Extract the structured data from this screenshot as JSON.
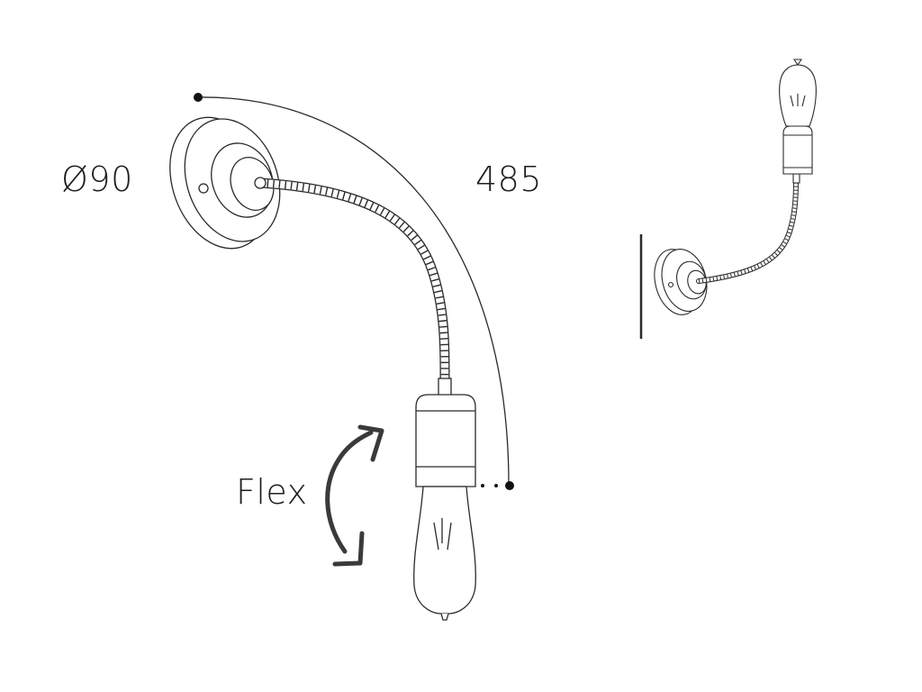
{
  "labels": {
    "diameter": "Ø90",
    "length": "485",
    "flex": "Flex"
  },
  "icons": {
    "main": "wall-lamp-flexible-arm-icon",
    "preview": "wall-lamp-mounted-preview-icon",
    "flex": "flex-curved-arrow-icon"
  },
  "colors": {
    "line": "#2a2a2a",
    "text": "#1e1e1e",
    "arrow": "#3a3a3a",
    "background": "#ffffff"
  }
}
